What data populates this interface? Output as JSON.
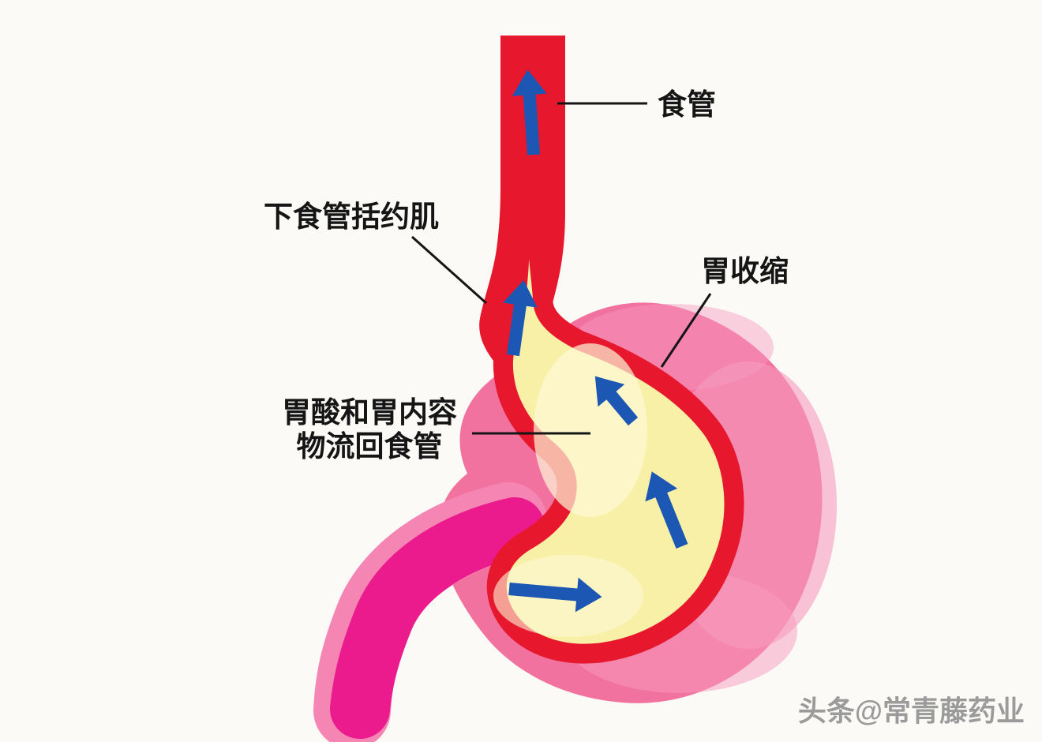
{
  "diagram": {
    "labels": {
      "esophagus": "食管",
      "lower_esophageal_sphincter": "下食管括约肌",
      "gastric_contraction": "胃收缩",
      "reflux_line1": "胃酸和胃内容",
      "reflux_line2": "物流回食管"
    },
    "watermark": "头条@常青藤药业",
    "colors": {
      "background": "#fbfaf7",
      "esophagus_red": "#e7182d",
      "stomach_wall_red": "#e7182d",
      "stomach_pink": "#f2729f",
      "stomach_pink_light": "#f79bbe",
      "interior_yellow": "#f8f0a6",
      "interior_highlight": "#fdf8d8",
      "duodenum_magenta": "#eb1a8d",
      "duodenum_pink_rim": "#f585b3",
      "arrow_blue": "#1d57b4",
      "label_black": "#151515",
      "watermark_gray": "#9b9b9b"
    }
  }
}
